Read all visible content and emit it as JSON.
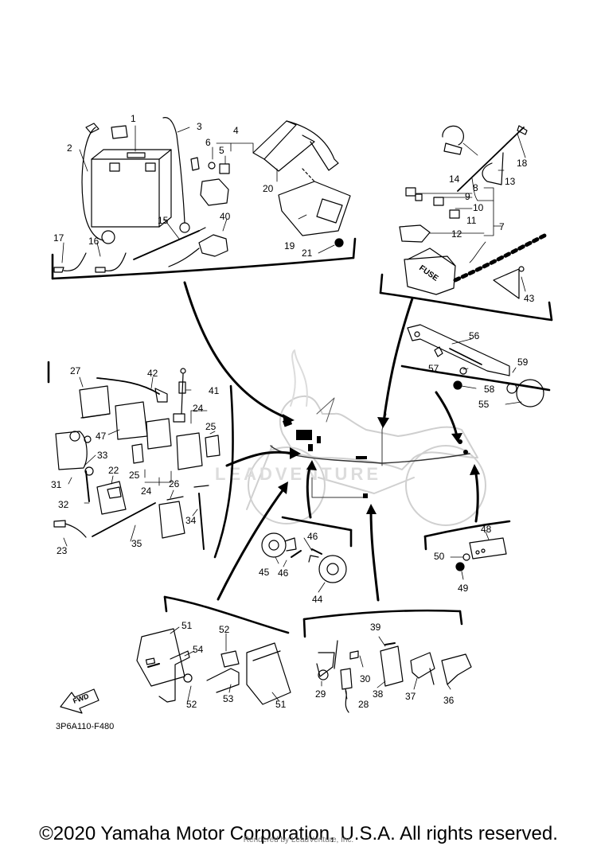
{
  "diagram": {
    "code": "3P6A110-F480",
    "fwd_label": "FWD",
    "fuse_label": "FUSE",
    "watermark": "LEADVENTURE",
    "callouts": {
      "c1": "1",
      "c2": "2",
      "c3": "3",
      "c4": "4",
      "c5": "5",
      "c6": "6",
      "c7": "7",
      "c8": "8",
      "c9": "9",
      "c10": "10",
      "c11": "11",
      "c12": "12",
      "c13": "13",
      "c14": "14",
      "c15": "15",
      "c16": "16",
      "c17": "17",
      "c18": "18",
      "c19": "19",
      "c20": "20",
      "c21": "21",
      "c22": "22",
      "c23": "23",
      "c24a": "24",
      "c24b": "24",
      "c25a": "25",
      "c25b": "25",
      "c26": "26",
      "c27": "27",
      "c28": "28",
      "c29": "29",
      "c30": "30",
      "c31": "31",
      "c32": "32",
      "c33": "33",
      "c34": "34",
      "c35": "35",
      "c36": "36",
      "c37": "37",
      "c38": "38",
      "c39": "39",
      "c40": "40",
      "c41": "41",
      "c42": "42",
      "c43": "43",
      "c44": "44",
      "c45": "45",
      "c46a": "46",
      "c46b": "46",
      "c47": "47",
      "c48": "48",
      "c49": "49",
      "c50": "50",
      "c51a": "51",
      "c51b": "51",
      "c52a": "52",
      "c52b": "52",
      "c53": "53",
      "c54": "54",
      "c55": "55",
      "c56": "56",
      "c57": "57",
      "c58": "58",
      "c59": "59"
    }
  },
  "footer": {
    "copyright": "©2020 Yamaha Motor Corporation, U.S.A. All rights reserved.",
    "rendered_by": "Rendered by LeadVenture, Inc."
  }
}
